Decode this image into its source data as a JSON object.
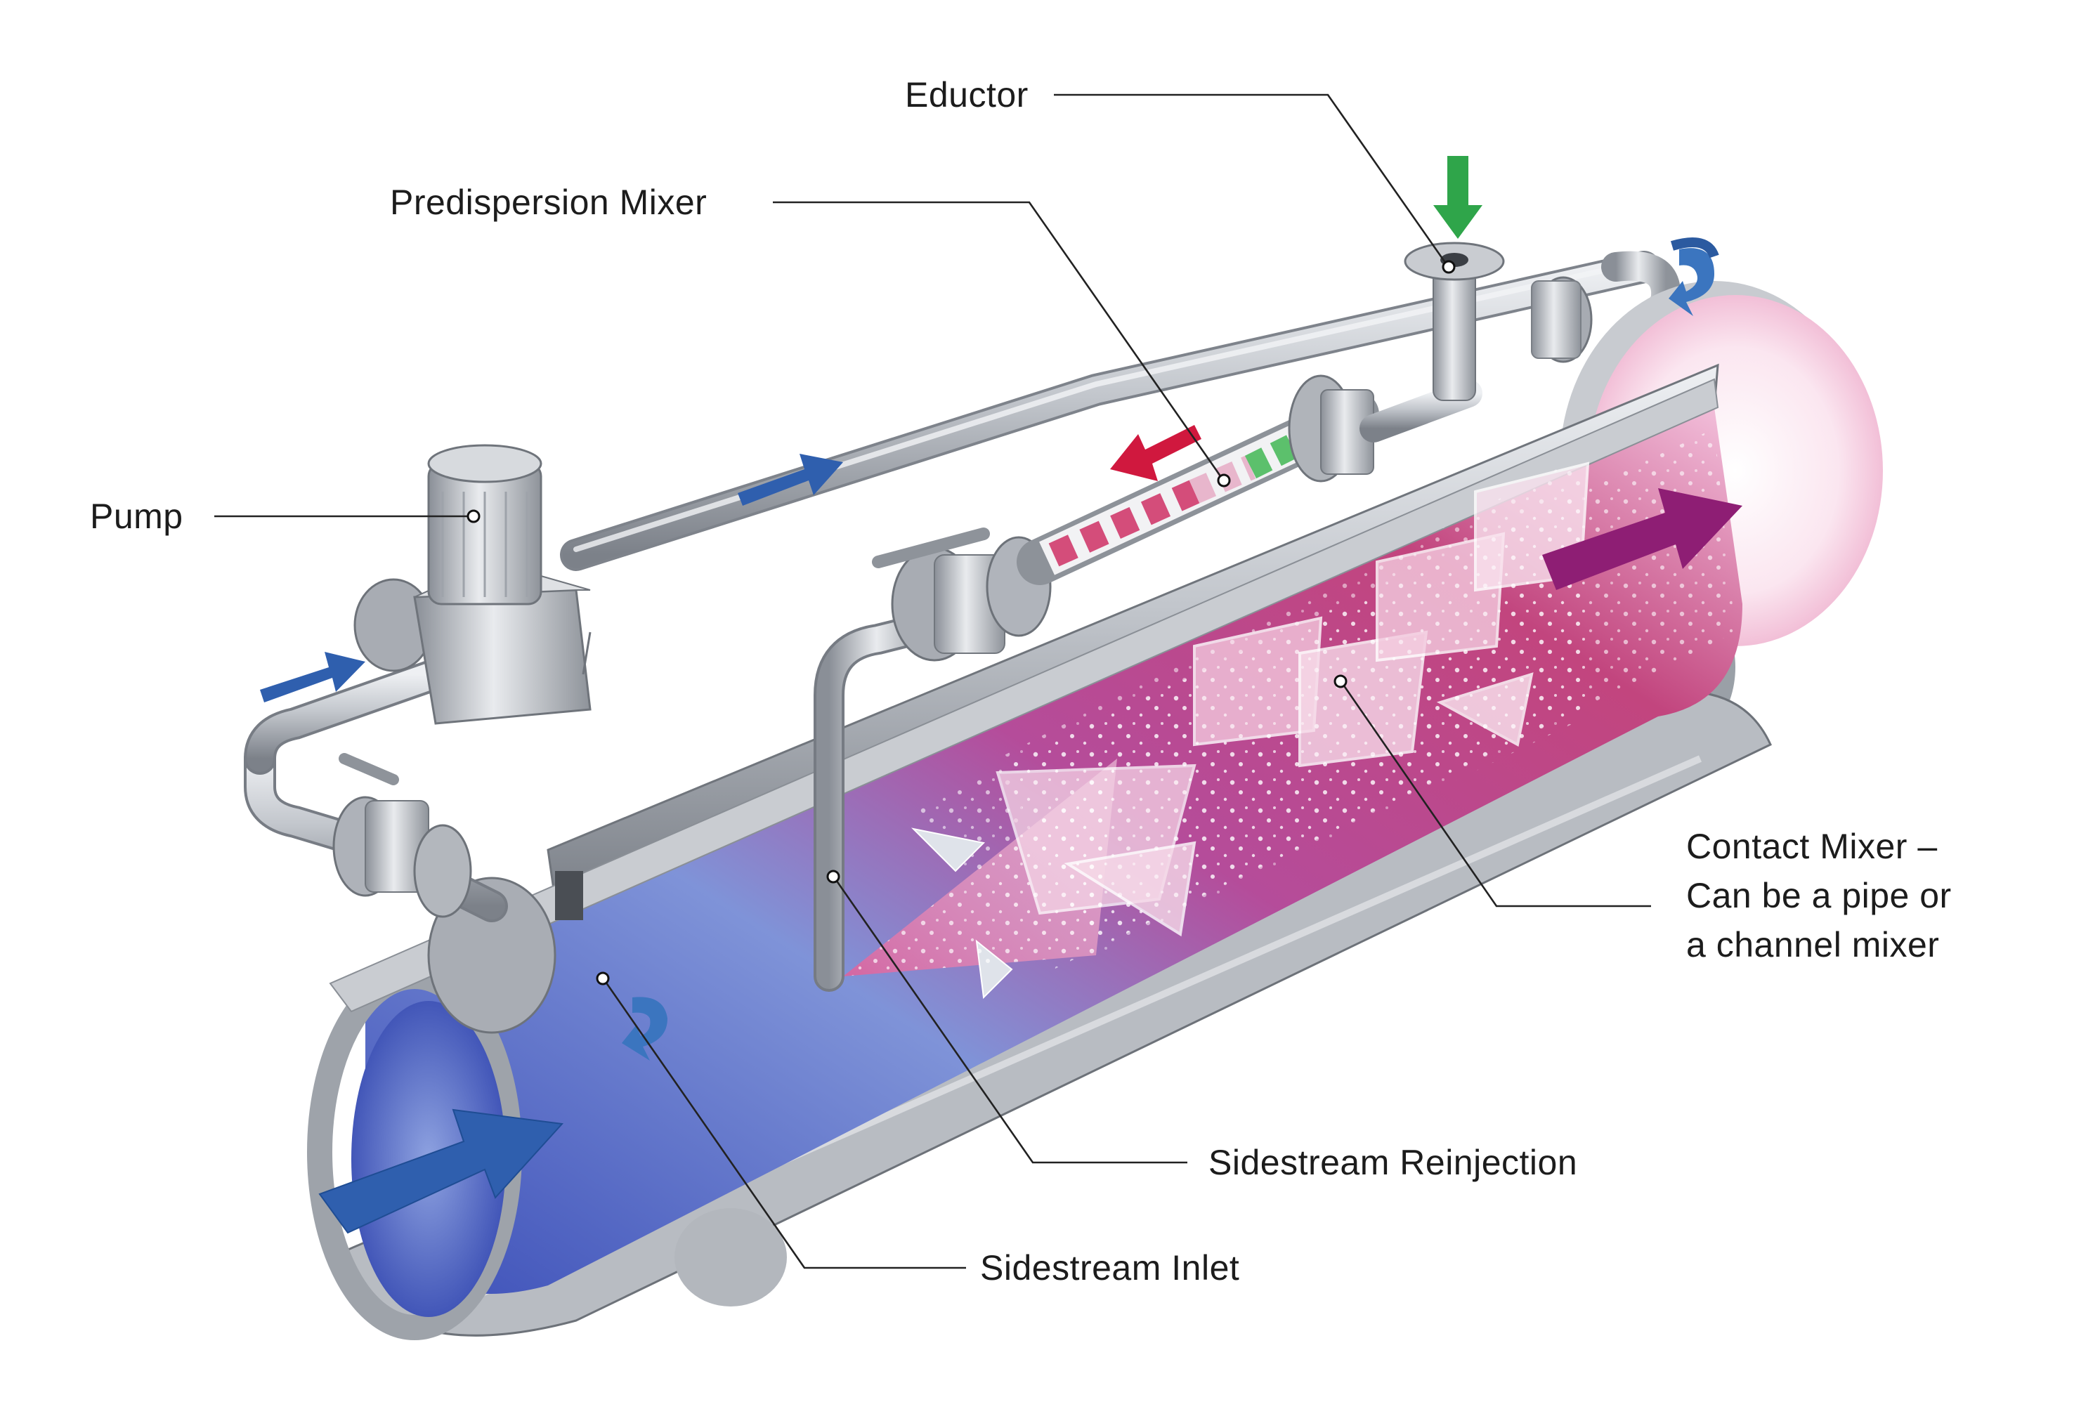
{
  "labels": {
    "eductor": "Eductor",
    "predispersion_mixer": "Predispersion Mixer",
    "pump": "Pump",
    "contact_mixer_line1": "Contact Mixer –",
    "contact_mixer_line2": "Can be a pipe or",
    "contact_mixer_line3": "a channel mixer",
    "sidestream_reinjection": "Sidestream Reinjection",
    "sidestream_inlet": "Sidestream Inlet"
  },
  "colors": {
    "background": "#ffffff",
    "flow_blue": "#2f63b0",
    "process_fluid": "#5b72c9",
    "mixed_fluid": "#c0387a",
    "additive_green": "#2fa54a",
    "recycle_red": "#d0183e",
    "outlet_purple": "#8e1e74",
    "steel": "#b9bdc3"
  },
  "icons": [
    "flow-arrow-icon",
    "rotation-arrow-icon"
  ]
}
